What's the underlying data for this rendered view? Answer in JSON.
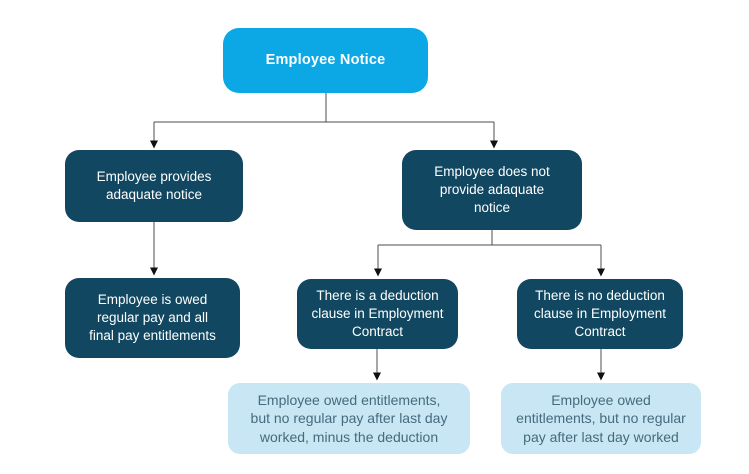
{
  "diagram": {
    "name": "Employee Notice flowchart",
    "colors": {
      "accent_blue": "#0ca8e5",
      "dark_navy": "#114760",
      "light_blue": "#c8e6f3",
      "light_box_text": "#466b7e",
      "connector": "#4d4d4d",
      "arrowhead": "#111111",
      "background": "#ffffff"
    }
  },
  "nodes": {
    "root": {
      "label": "Employee Notice"
    },
    "provides_notice": {
      "label": "Employee provides\nadaquate notice"
    },
    "no_notice": {
      "label": "Employee does not\nprovide adaquate\nnotice"
    },
    "owed_regular_pay": {
      "label": "Employee is owed\nregular pay and all\nfinal pay entitlements"
    },
    "deduction_clause": {
      "label": "There is a deduction\nclause in Employment\nContract"
    },
    "no_deduction_clause": {
      "label": "There is no deduction\nclause in Employment\nContract"
    },
    "owed_minus_deduction": {
      "label": "Employee owed entitlements,\nbut no regular pay after last day\nworked, minus the deduction"
    },
    "owed_no_regular_pay": {
      "label": "Employee owed\nentitlements, but no regular\npay after last day worked"
    }
  }
}
